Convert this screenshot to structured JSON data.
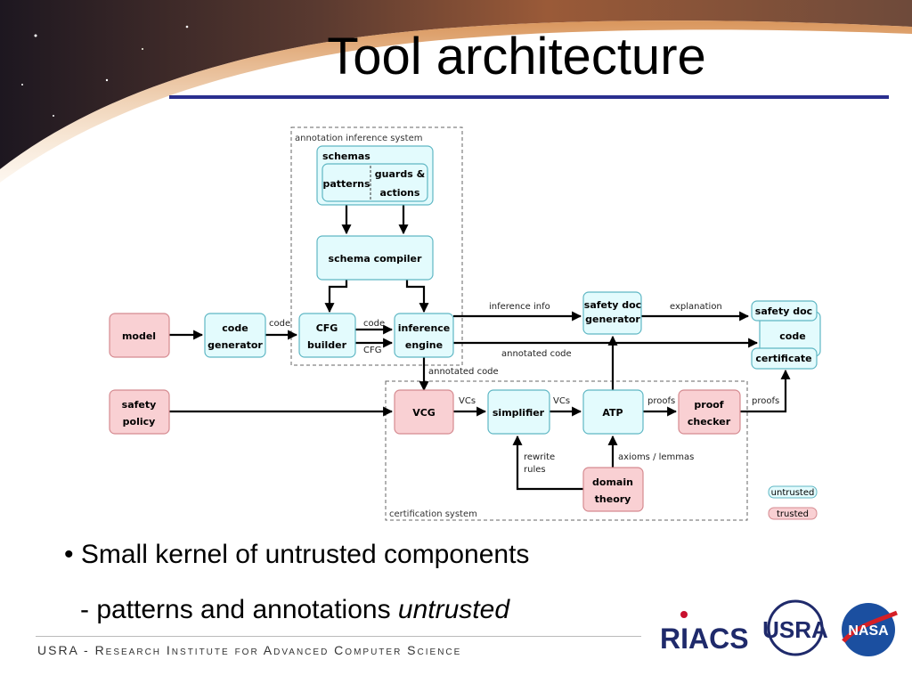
{
  "slide": {
    "title": "Tool architecture",
    "bullet1": "• Small kernel of untrusted components",
    "bullet2_prefix": "- patterns and annotations ",
    "bullet2_emphasis": "untrusted",
    "footer": "USRA - Research Institute for Advanced Computer Science"
  },
  "logos": {
    "riacs": "RIACS",
    "usra": "USRA",
    "nasa": "NASA"
  },
  "colors": {
    "untrusted_fill": "#e3fbfd",
    "untrusted_stroke": "#5fb7c4",
    "trusted_fill": "#f9d0d3",
    "trusted_stroke": "#d58a90",
    "rule": "#2a2f8f"
  },
  "diagram": {
    "regions": {
      "annotation": "annotation inference system",
      "certification": "certification system"
    },
    "boxes": {
      "schemas": "schemas",
      "patterns": "patterns",
      "guards1": "guards &",
      "guards2": "actions",
      "schema_compiler": "schema compiler",
      "model": "model",
      "codegen1": "code",
      "codegen2": "generator",
      "cfg1": "CFG",
      "cfg2": "builder",
      "inf1": "inference",
      "inf2": "engine",
      "sdg1": "safety doc",
      "sdg2": "generator",
      "sd_out": "safety doc",
      "code_out": "code",
      "cert_out": "certificate",
      "sp1": "safety",
      "sp2": "policy",
      "vcg": "VCG",
      "simplifier": "simplifier",
      "atp": "ATP",
      "pc1": "proof",
      "pc2": "checker",
      "dt1": "domain",
      "dt2": "theory"
    },
    "edges": {
      "code1": "code",
      "code2": "code",
      "cfg": "CFG",
      "inference_info": "inference info",
      "explanation": "explanation",
      "annotated_code1": "annotated code",
      "annotated_code2": "annotated code",
      "vcs1": "VCs",
      "vcs2": "VCs",
      "proofs1": "proofs",
      "proofs2": "proofs",
      "rewrite1": "rewrite",
      "rewrite2": "rules",
      "axioms": "axioms / lemmas"
    },
    "legend": {
      "untrusted": "untrusted",
      "trusted": "trusted"
    }
  }
}
